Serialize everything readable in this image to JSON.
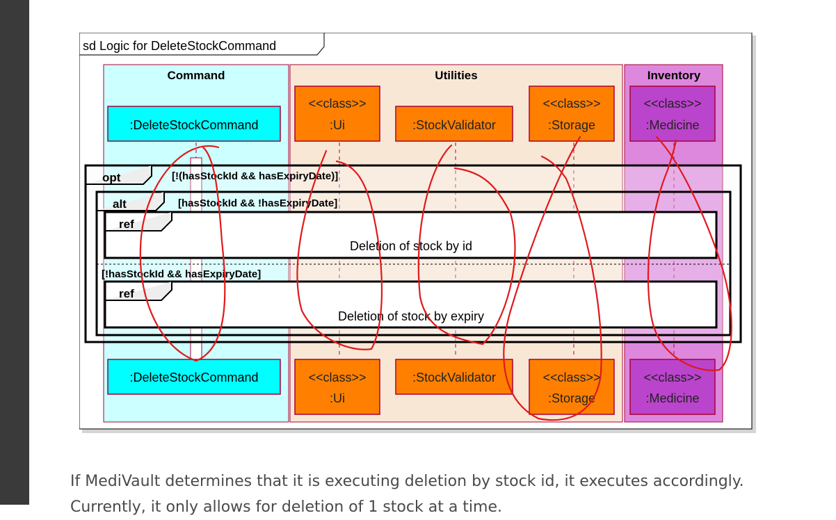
{
  "diagram": {
    "frame_title": "sd Logic for DeleteStockCommand",
    "boxes": [
      {
        "label": "Command",
        "fill": "#ccffff"
      },
      {
        "label": "Utilities",
        "fill": "#f9e7d6"
      },
      {
        "label": "Inventory",
        "fill": "#dd88dd"
      }
    ],
    "participants": {
      "delete_stock_command": ":DeleteStockCommand",
      "ui_stereotype": "<<class>>",
      "ui_name": ":Ui",
      "stock_validator": ":StockValidator",
      "storage_stereotype": "<<class>>",
      "storage_name": ":Storage",
      "medicine_stereotype": "<<class>>",
      "medicine_name": ":Medicine"
    },
    "opt_fragment": {
      "keyword": "opt",
      "guard": "[!(hasStockId && hasExpiryDate)]"
    },
    "alt_fragment": {
      "keyword": "alt",
      "guard1": "[hasStockId && !hasExpiryDate]",
      "guard2": "[!hasStockId && hasExpiryDate]"
    },
    "refs": [
      {
        "keyword": "ref",
        "text": "Deletion of stock by id"
      },
      {
        "keyword": "ref",
        "text": "Deletion of stock by expiry"
      }
    ],
    "colors": {
      "participant_cyan": "#00ffff",
      "participant_orange": "#ff8000",
      "participant_purple": "#bb44cc",
      "lifeline": "#a80036",
      "annotation_red": "#e0191b"
    }
  },
  "body_text": {
    "line1": "If MediVault determines that it is executing deletion by stock id, it executes accordingly.",
    "line2": "Currently, it only allows for deletion of 1 stock at a time."
  }
}
